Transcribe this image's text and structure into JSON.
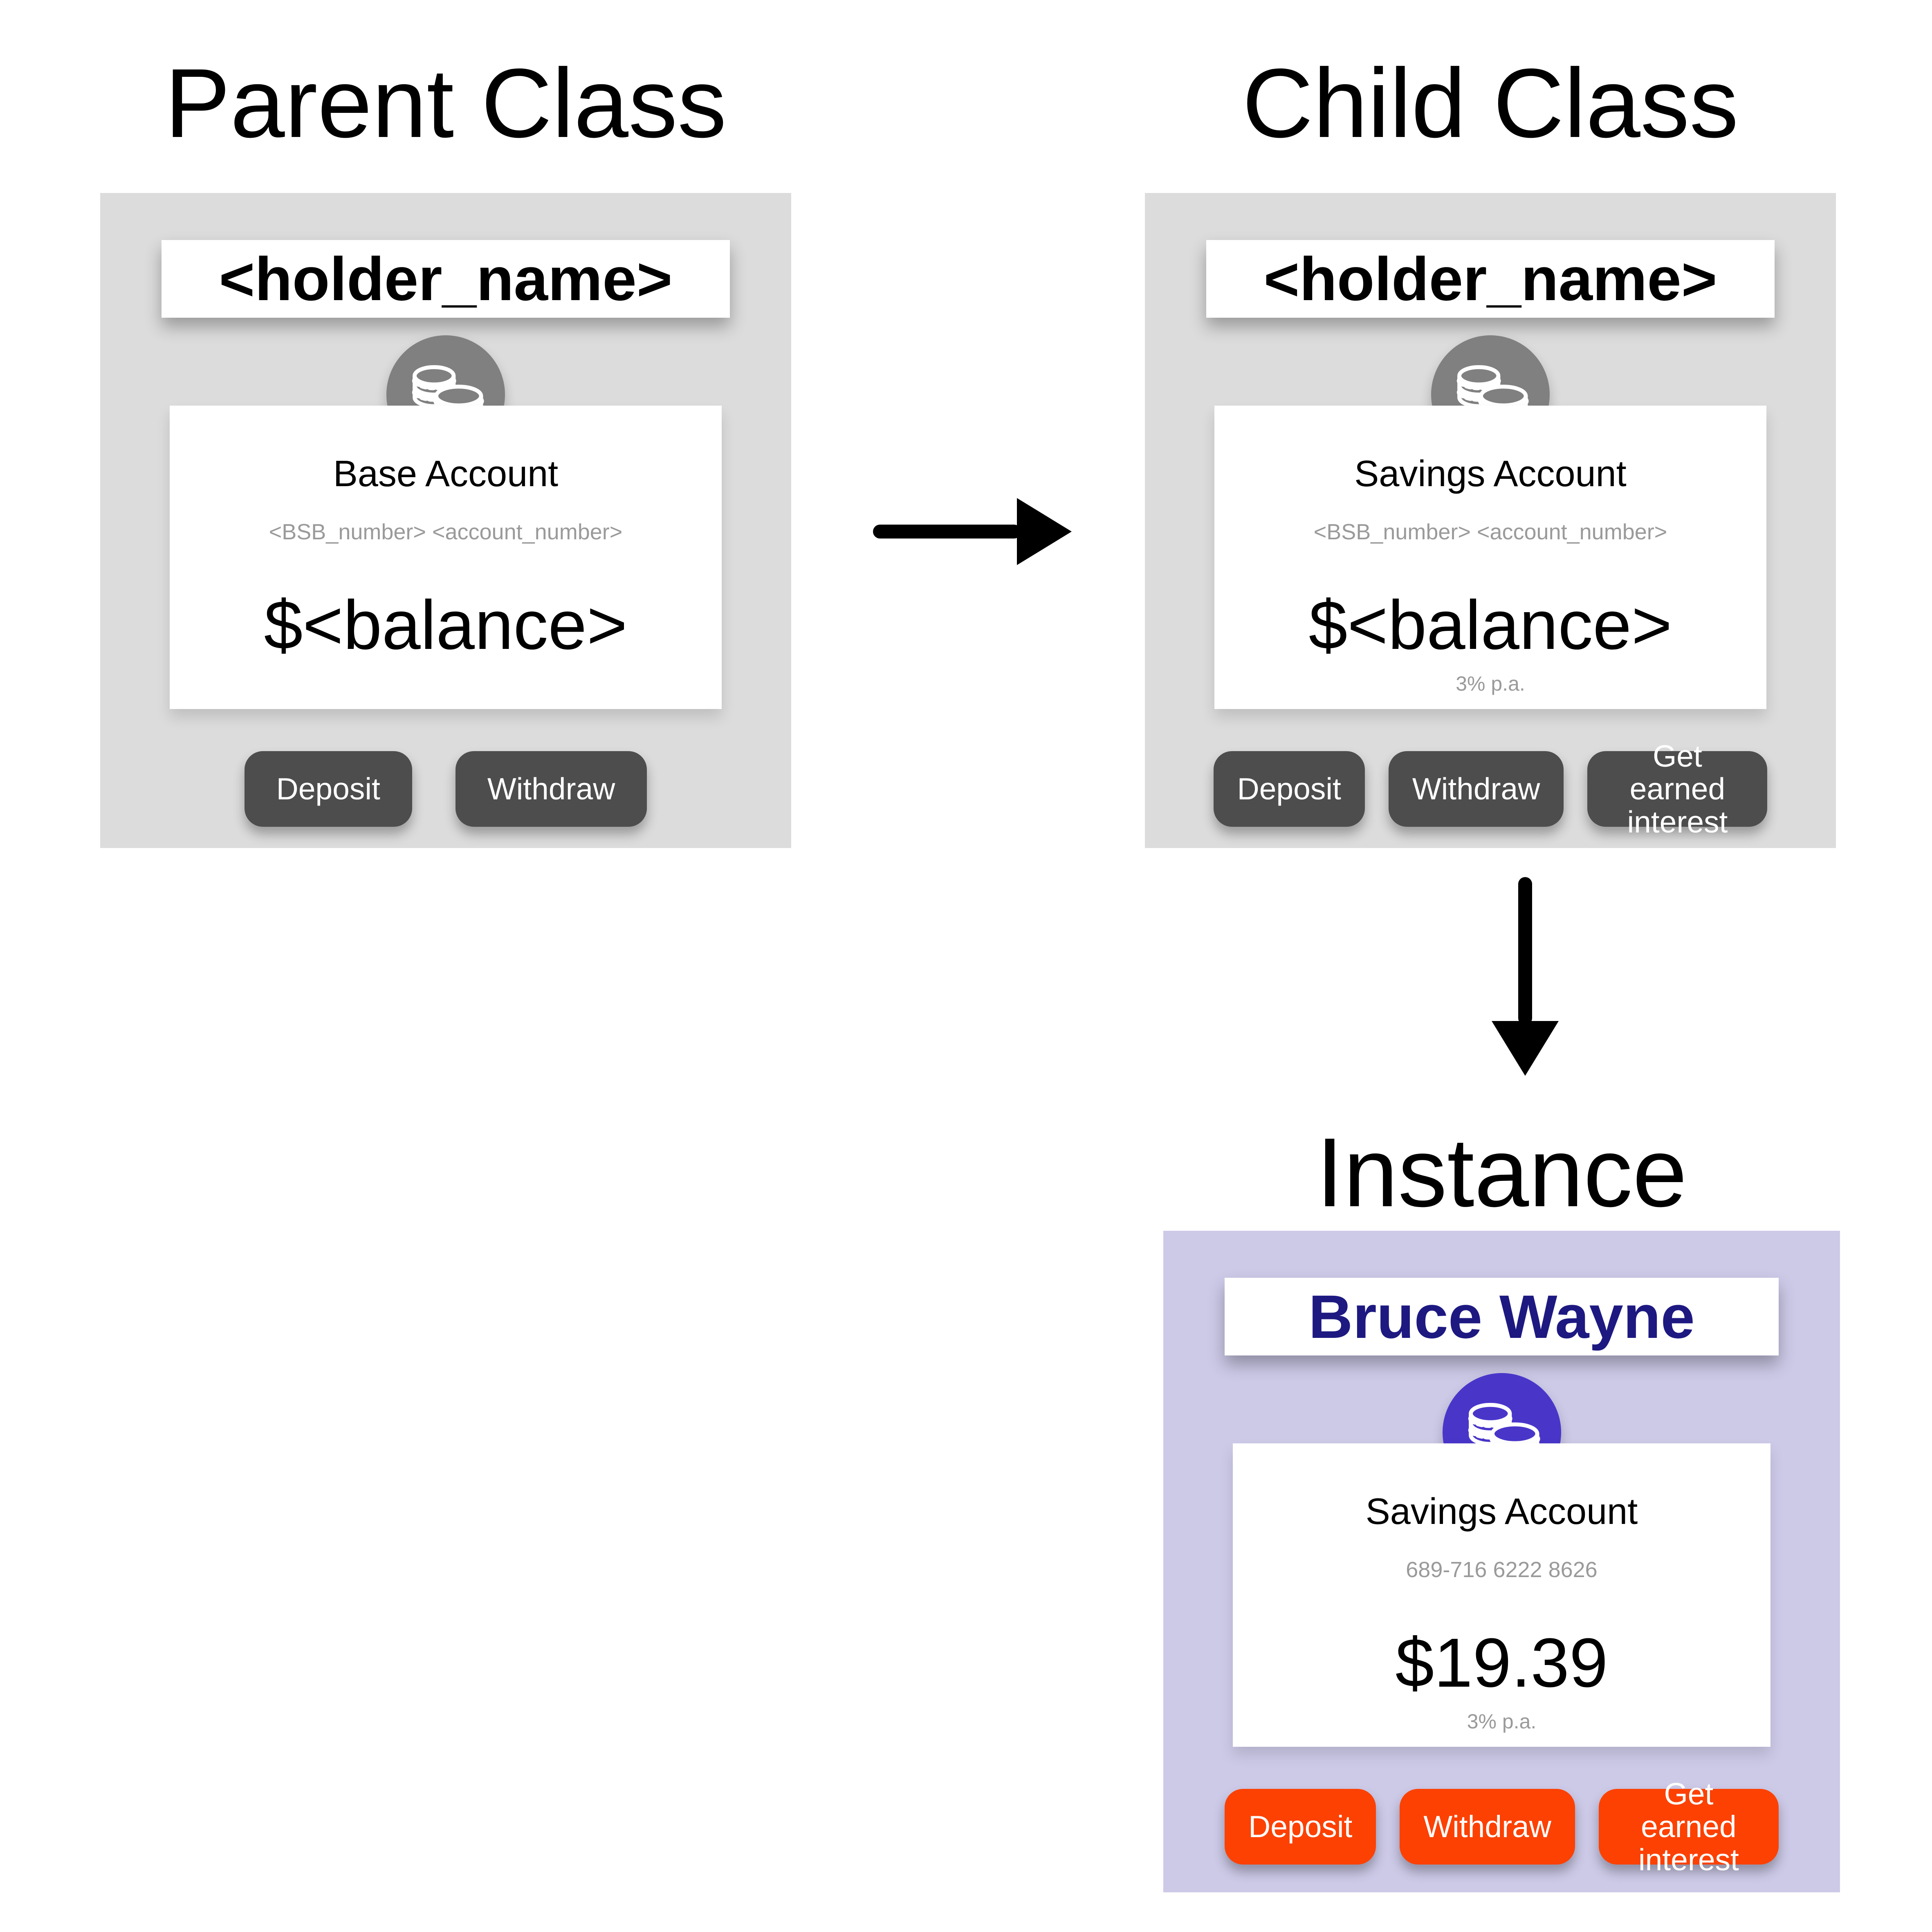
{
  "headings": {
    "parent": "Parent Class",
    "child": "Child Class",
    "instance": "Instance"
  },
  "parent_card": {
    "holder": "<holder_name>",
    "account_type": "Base Account",
    "account_number": "<BSB_number> <account_number>",
    "balance": "$<balance>",
    "buttons": [
      "Deposit",
      "Withdraw"
    ]
  },
  "child_card": {
    "holder": "<holder_name>",
    "account_type": "Savings Account",
    "account_number": "<BSB_number> <account_number>",
    "balance": "$<balance>",
    "rate": "3% p.a.",
    "buttons": [
      "Deposit",
      "Withdraw",
      "Get earned interest"
    ]
  },
  "instance_card": {
    "holder": "Bruce Wayne",
    "account_type": "Savings Account",
    "account_number": "689-716 6222 8626",
    "balance": "$19.39",
    "rate": "3% p.a.",
    "buttons": [
      "Deposit",
      "Withdraw",
      "Get earned interest"
    ]
  },
  "icons": {
    "badge": "coins-icon",
    "relation_parent_to_child": "arrow-right-icon",
    "relation_child_to_instance": "arrow-down-icon"
  },
  "colors": {
    "card_gray": "#dcdcdc",
    "instance_bg": "#cdcae8",
    "badge_gray": "#808080",
    "accent_indigo": "#4936c9",
    "button_dark": "#4d4d4d",
    "button_orange": "#fc4103",
    "holder_navy": "#1d1981",
    "muted_text": "#9a9a9a"
  }
}
